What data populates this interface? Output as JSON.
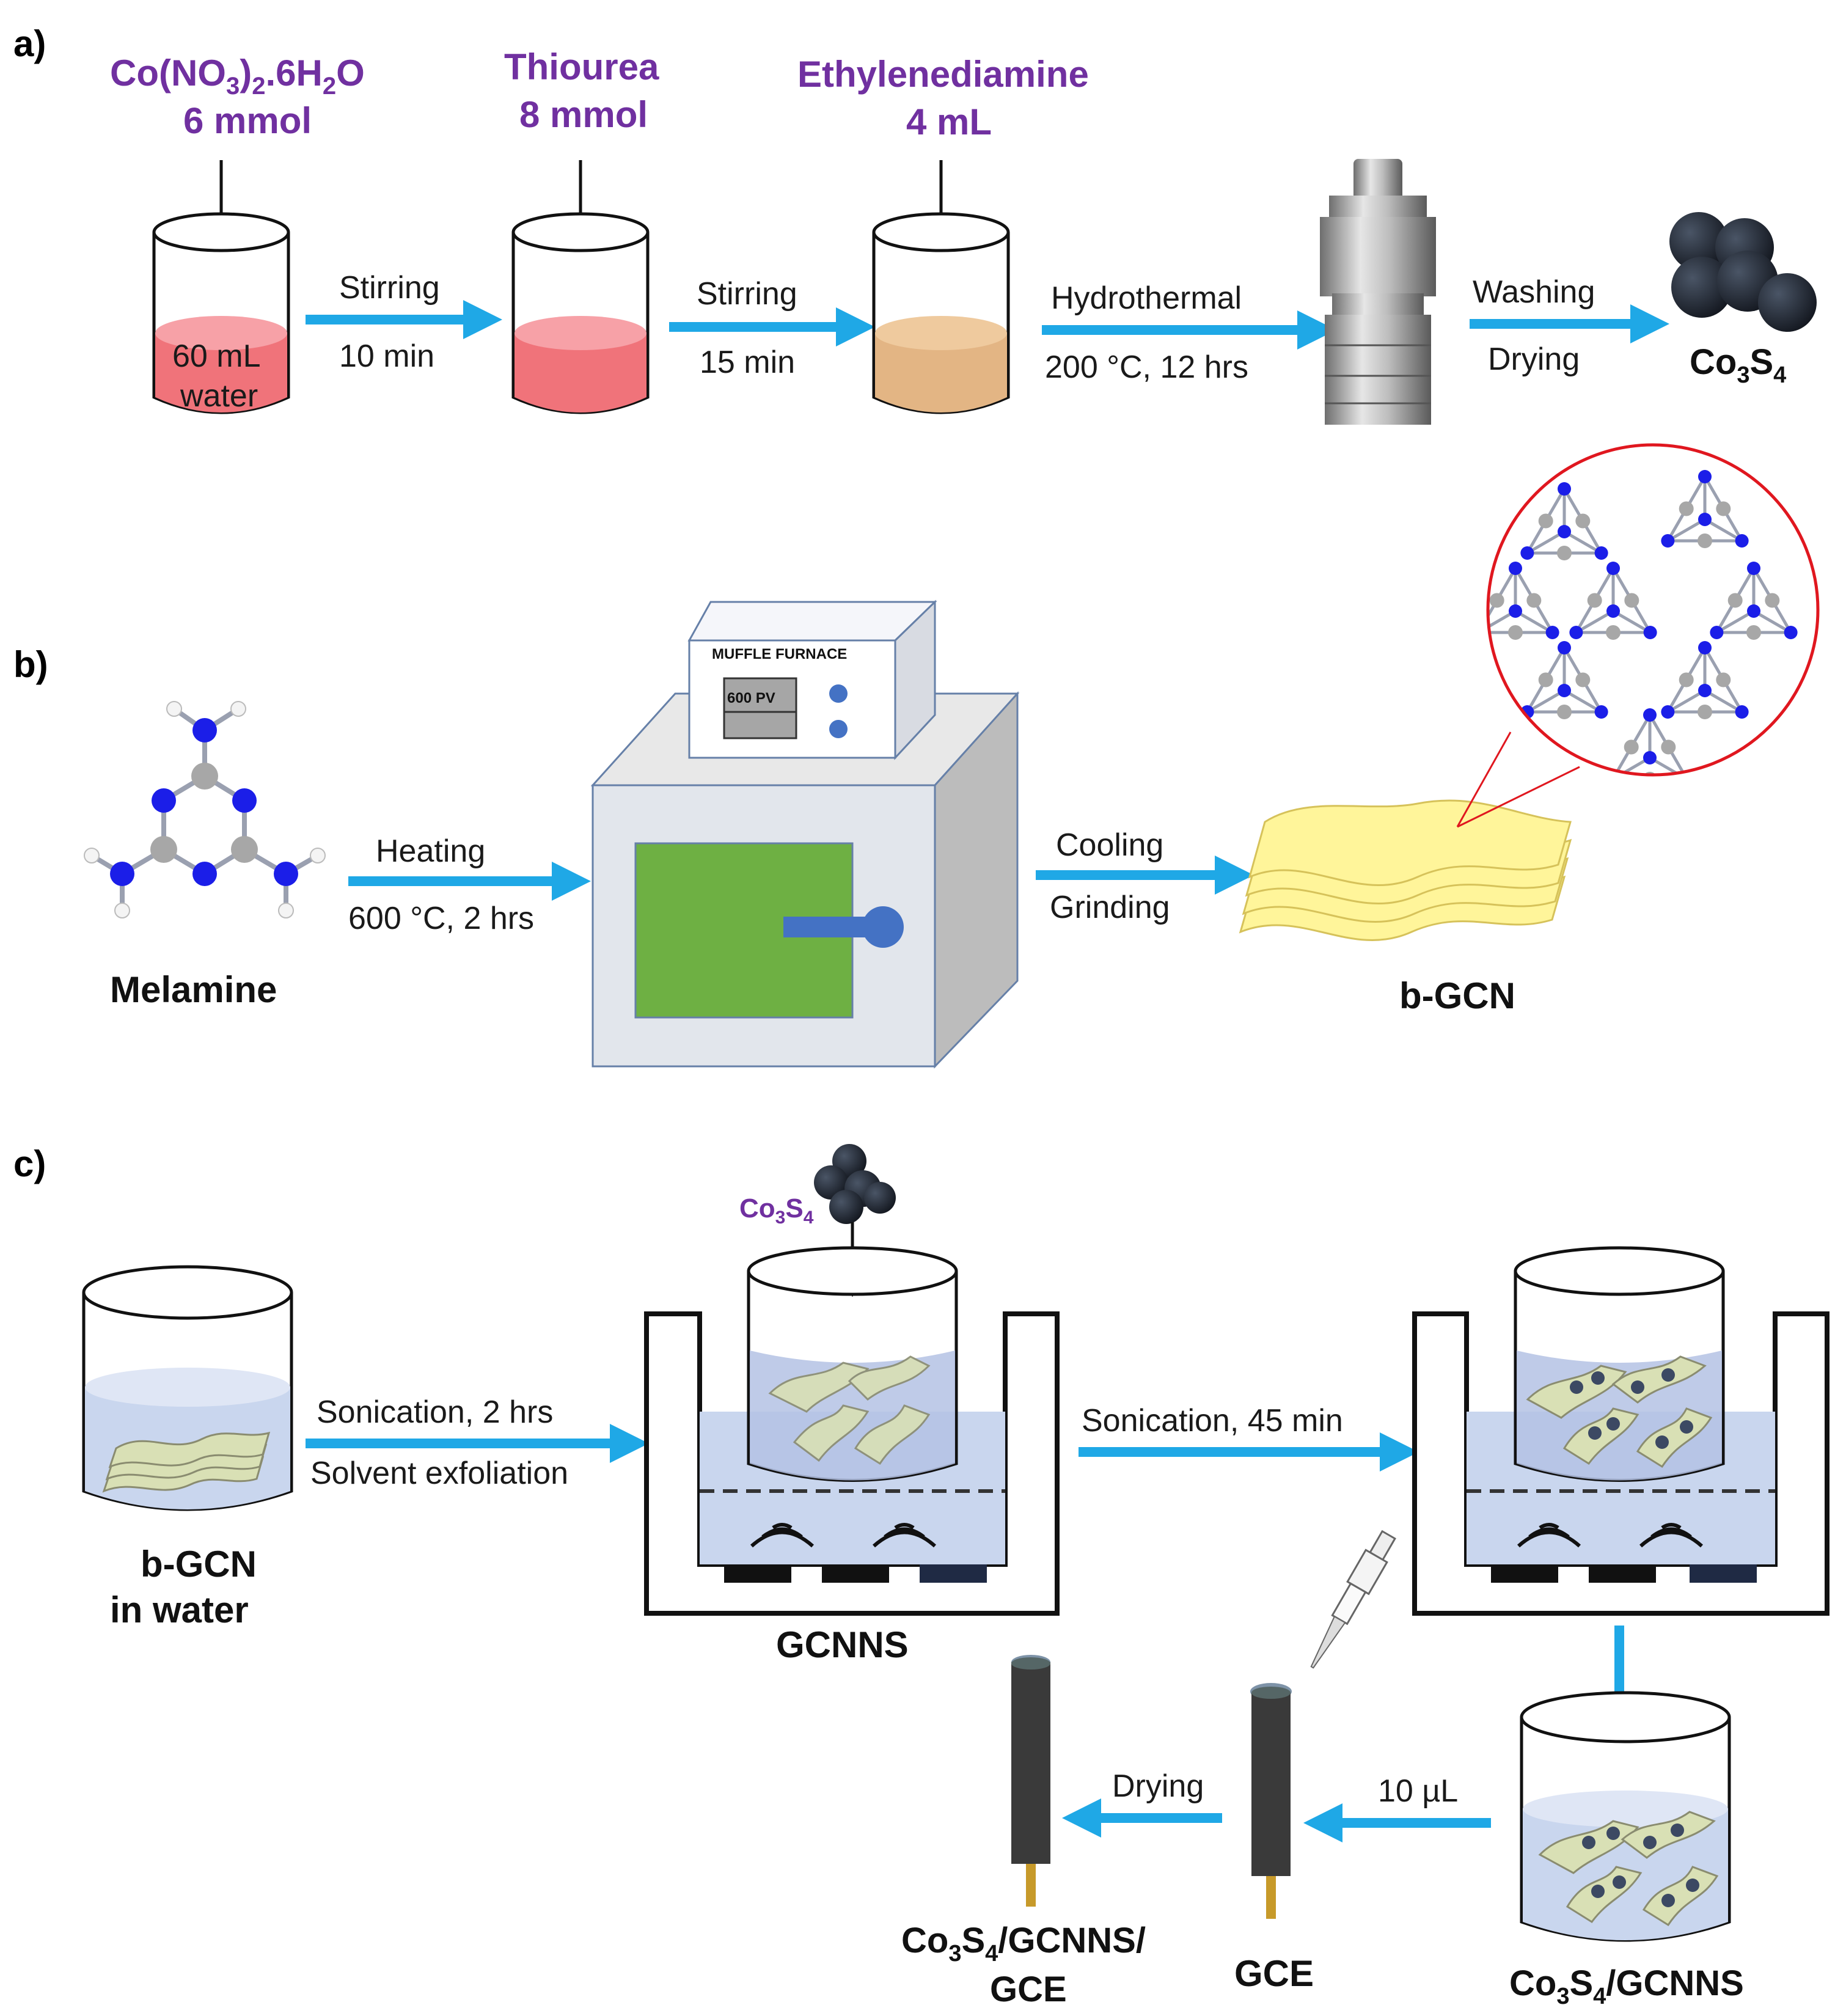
{
  "colors": {
    "arrow": "#1fa8e6",
    "reagent": "#7030a0",
    "water_pink": "#f0737a",
    "amber": "#e3b584",
    "green_door": "#6eb043",
    "sheet_yellow": "#fff59a",
    "water_blue": "#c9d6ee",
    "nitrogen": "#1b1ee8",
    "carbon": "#a7a7a7",
    "ring_red": "#e0171f",
    "electrode": "#3a3a3a",
    "pin": "#c79a2a"
  },
  "panels": {
    "a": "a)",
    "b": "b)",
    "c": "c)"
  },
  "section_a": {
    "reagent1_line1": "Co(NO",
    "reagent1_sub3": "3",
    "reagent1_close": ")",
    "reagent1_sub2": "2",
    "reagent1_mid": ".6H",
    "reagent1_subH2": "2",
    "reagent1_end": "O",
    "reagent1_amount": "6 mmol",
    "beaker1_line1": "60 mL",
    "beaker1_line2": "water",
    "step1_top": "Stirring",
    "step1_bottom": "10 min",
    "reagent2_name": "Thiourea",
    "reagent2_amount": "8 mmol",
    "step2_top": "Stirring",
    "step2_bottom": "15 min",
    "reagent3_name": "Ethylenediamine",
    "reagent3_amount": "4 mL",
    "step3_top": "Hydrothermal",
    "step3_bottom": "200 °C, 12 hrs",
    "step4_top": "Washing",
    "step4_bottom": "Drying",
    "product_co": "Co",
    "product_sub3": "3",
    "product_s": "S",
    "product_sub4": "4"
  },
  "section_b": {
    "precursor": "Melamine",
    "step1_top": "Heating",
    "step1_bottom": "600 °C, 2 hrs",
    "furnace_title": "MUFFLE FURNACE",
    "furnace_display": "600  PV",
    "step2_top": "Cooling",
    "step2_bottom": "Grinding",
    "product": "b-GCN"
  },
  "section_c": {
    "beaker_label_line1": "b-GCN",
    "beaker_label_line2": "in water",
    "step1_top": "Sonication, 2 hrs",
    "step1_bottom": "Solvent exfoliation",
    "additive_co": "Co",
    "additive_sub3": "3",
    "additive_s": "S",
    "additive_sub4": "4",
    "bath1_label": "GCNNS",
    "step2_top": "Sonication, 45 min",
    "composite_co": "Co",
    "composite_sub3": "3",
    "composite_s": "S",
    "composite_sub4": "4",
    "composite_rest": "/GCNNS",
    "drop_volume": "10 µL",
    "electrode_label": "GCE",
    "step3_top": "Drying",
    "final_co": "Co",
    "final_sub3": "3",
    "final_s": "S",
    "final_sub4": "4",
    "final_rest": "/GCNNS/",
    "final_line2": "GCE"
  }
}
